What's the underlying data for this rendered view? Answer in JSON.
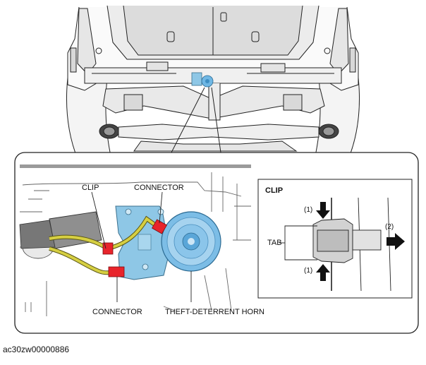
{
  "callouts": {
    "clip": "CLIP",
    "connector_top": "CONNECTOR",
    "connector_bottom": "CONNECTOR",
    "horn": "THEFT-DETERRENT HORN"
  },
  "inset": {
    "title": "CLIP",
    "tab": "TAB",
    "step1_top": "(1)",
    "step1_bottom": "(1)",
    "step2": "(2)"
  },
  "image_id": "ac30zw00000886",
  "colors": {
    "bracket": "#8ec7e6",
    "horn": "#6fb7e4",
    "harness": "#d6cf42",
    "connector": "#e8242b"
  }
}
